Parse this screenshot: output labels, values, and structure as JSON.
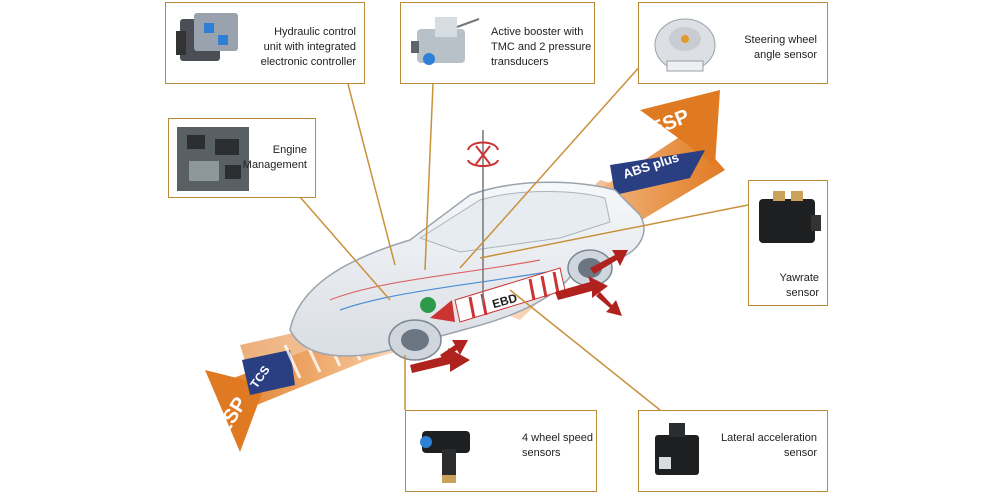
{
  "components": {
    "hydraulic": {
      "label_lines": [
        "Hydraulic control",
        "unit with integrated",
        "electronic controller"
      ]
    },
    "booster": {
      "label_lines": [
        "Active booster with",
        "TMC and 2 pressure",
        "transducers"
      ]
    },
    "steering": {
      "label_lines": [
        "Steering wheel",
        "angle sensor"
      ]
    },
    "engine": {
      "label_lines": [
        "Engine",
        "Management"
      ]
    },
    "yawrate": {
      "label_lines": [
        "Yawrate",
        "sensor"
      ]
    },
    "wheel_speed": {
      "label_lines": [
        "4 wheel speed",
        "sensors"
      ]
    },
    "lateral": {
      "label_lines": [
        "Lateral acceleration",
        "sensor"
      ]
    }
  },
  "arrows": {
    "front": {
      "main": "ESP",
      "sub": "ABS plus"
    },
    "rear": {
      "main": "ESP",
      "sub": "TCS"
    },
    "body_band": "EBD"
  },
  "colors": {
    "callout_border": "#b98a3c",
    "arrow_orange": "#e07a22",
    "arrow_badge": "#2a3f82",
    "red_arrows": "#b0221e"
  }
}
